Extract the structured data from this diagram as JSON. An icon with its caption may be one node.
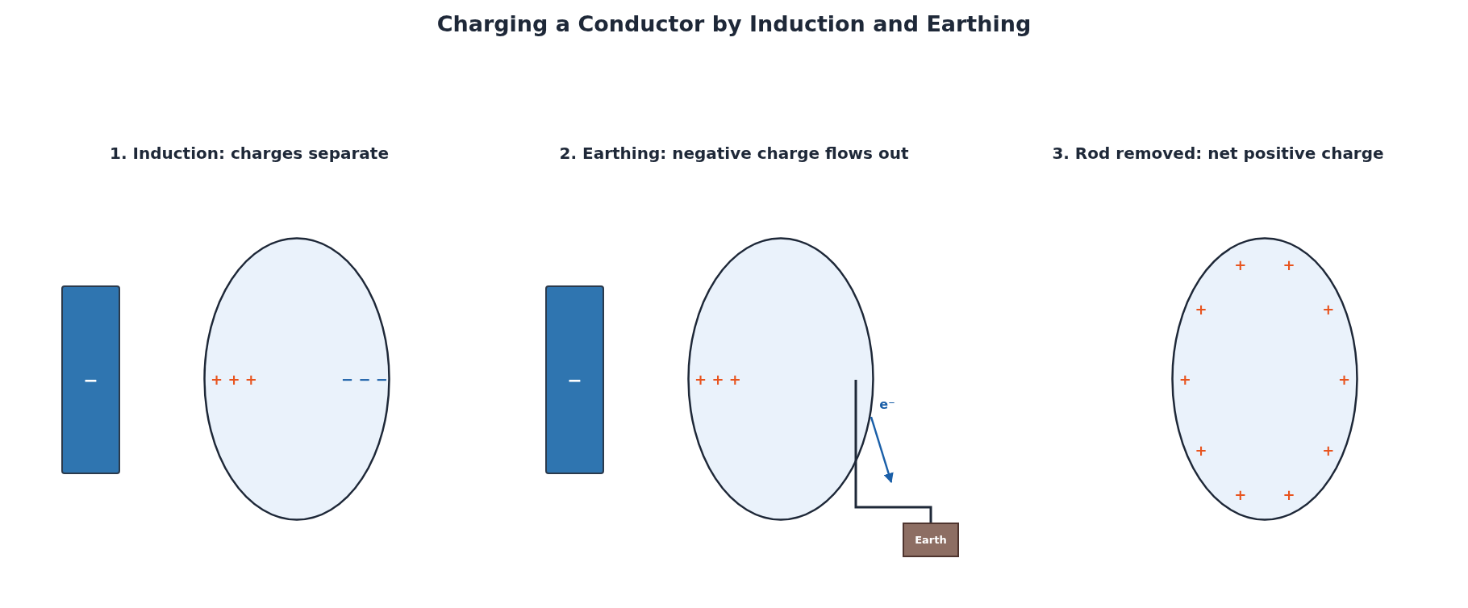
{
  "diagram": {
    "title": "Charging a Conductor by Induction and Earthing",
    "nodes": [
      {
        "text": [
          "−"
        ]
      },
      {
        "text": [
          "+ + +",
          "− − −"
        ]
      },
      {
        "text": [
          "−"
        ]
      },
      {
        "text": [
          "+ + +"
        ]
      },
      {
        "text": [
          "Earth"
        ]
      },
      {
        "text": [
          "+",
          "+",
          "+",
          "+",
          "+",
          "+",
          "+",
          "+",
          "+",
          "+"
        ]
      }
    ],
    "edges": [
      {
        "from": 3,
        "to": 4,
        "arrow": "none"
      }
    ],
    "labels": [
      "1. Induction: charges separate",
      "2. Earthing: negative charge flows out",
      "3. Rod removed: net positive charge",
      "e⁻"
    ]
  }
}
